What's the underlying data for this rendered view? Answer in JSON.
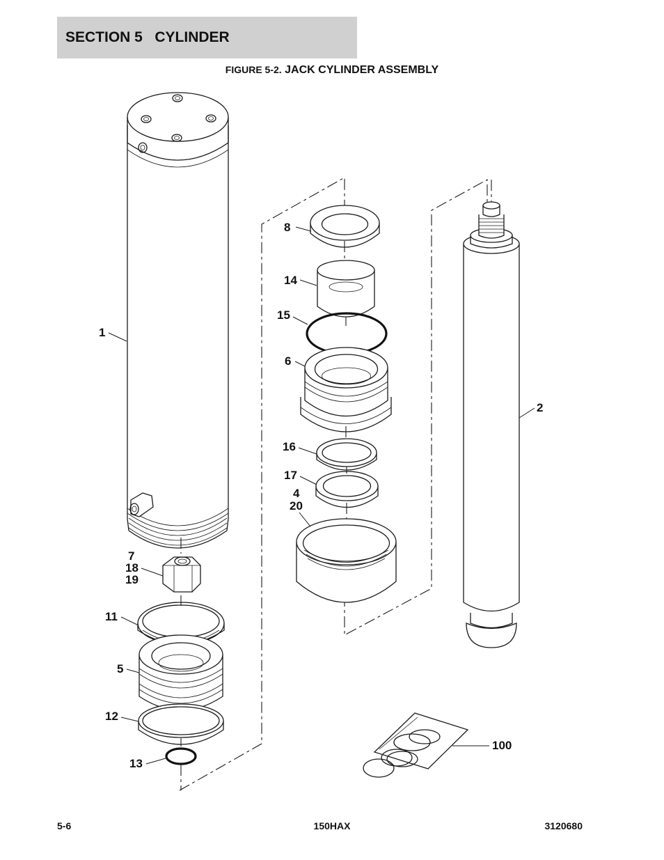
{
  "header": {
    "section": "SECTION 5   CYLINDER"
  },
  "figure": {
    "prefix": "FIGURE 5-2.",
    "title": " JACK CYLINDER ASSEMBLY"
  },
  "callouts": {
    "c1": "1",
    "c2": "2",
    "c8": "8",
    "c14": "14",
    "c15": "15",
    "c6": "6",
    "c16": "16",
    "c17": "17",
    "c4": "4",
    "c20": "20",
    "c7": "7",
    "c18": "18",
    "c19": "19",
    "c11": "11",
    "c5": "5",
    "c12": "12",
    "c13": "13",
    "c100": "100"
  },
  "footer": {
    "page": "5-6",
    "model": "150HAX",
    "doc_number": "3120680"
  }
}
